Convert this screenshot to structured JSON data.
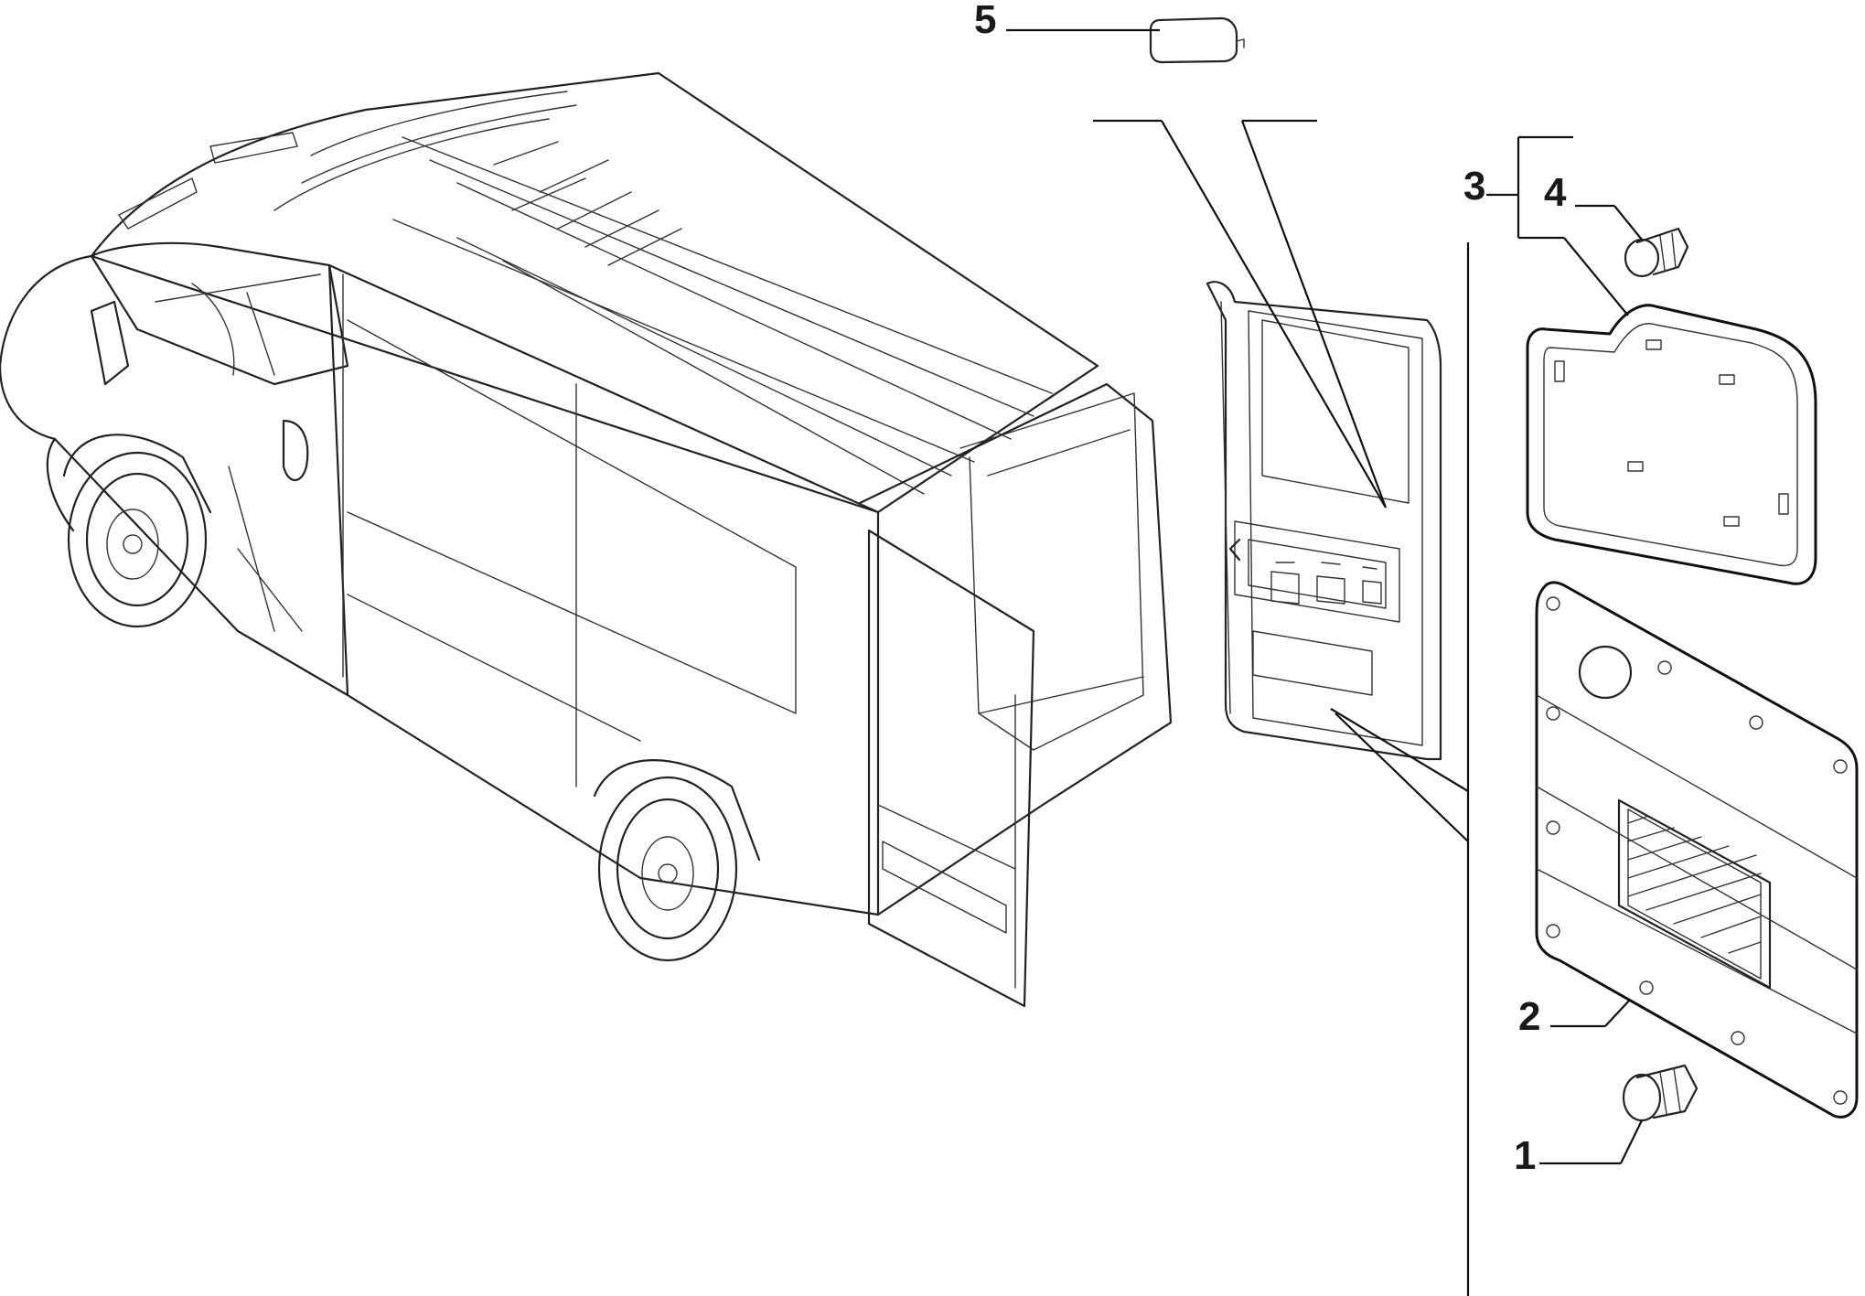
{
  "diagram": {
    "callouts": [
      {
        "id": "1",
        "label": "1"
      },
      {
        "id": "2",
        "label": "2"
      },
      {
        "id": "3",
        "label": "3"
      },
      {
        "id": "4",
        "label": "4"
      },
      {
        "id": "5",
        "label": "5"
      }
    ],
    "colors": {
      "line": "#222222",
      "background": "#ffffff"
    }
  }
}
